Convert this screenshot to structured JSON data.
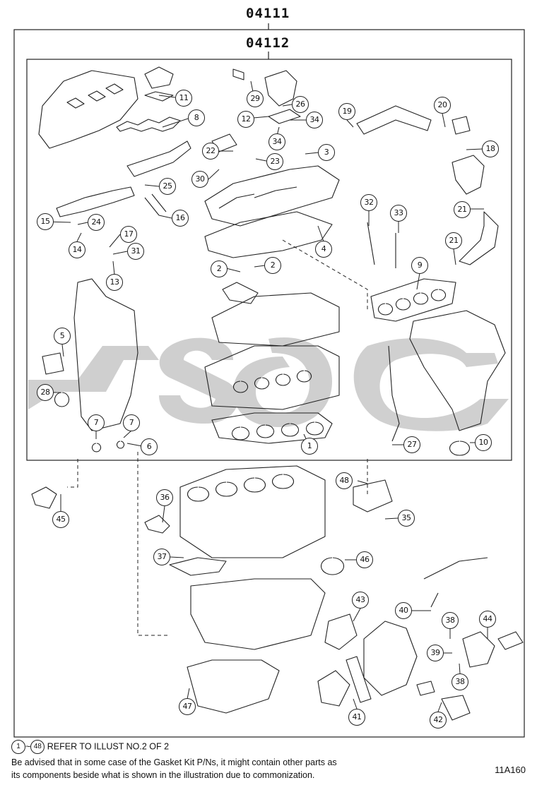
{
  "header": {
    "outer_kit": "04111",
    "inner_kit": "04112"
  },
  "callouts": [
    "1",
    "2",
    "2",
    "3",
    "4",
    "5",
    "6",
    "7",
    "7",
    "8",
    "9",
    "10",
    "11",
    "12",
    "13",
    "14",
    "15",
    "16",
    "17",
    "18",
    "19",
    "20",
    "21",
    "21",
    "22",
    "23",
    "24",
    "25",
    "26",
    "27",
    "28",
    "29",
    "30",
    "31",
    "32",
    "33",
    "34",
    "34",
    "35",
    "36",
    "37",
    "38",
    "38",
    "39",
    "40",
    "41",
    "42",
    "43",
    "44",
    "45",
    "46",
    "47",
    "48"
  ],
  "footer": {
    "range_start": "1",
    "range_end": "48",
    "tilde": "~",
    "refer_text": "REFER TO ILLUST NO.2 OF 2",
    "advice_line1": "Be advised that in some case of the Gasket Kit P/Ns, it might contain other parts as",
    "advice_line2": "its components beside what is shown in the illustration due to commonization.",
    "illustration_code": "11A160"
  },
  "watermark_color": "#b5b5b5"
}
